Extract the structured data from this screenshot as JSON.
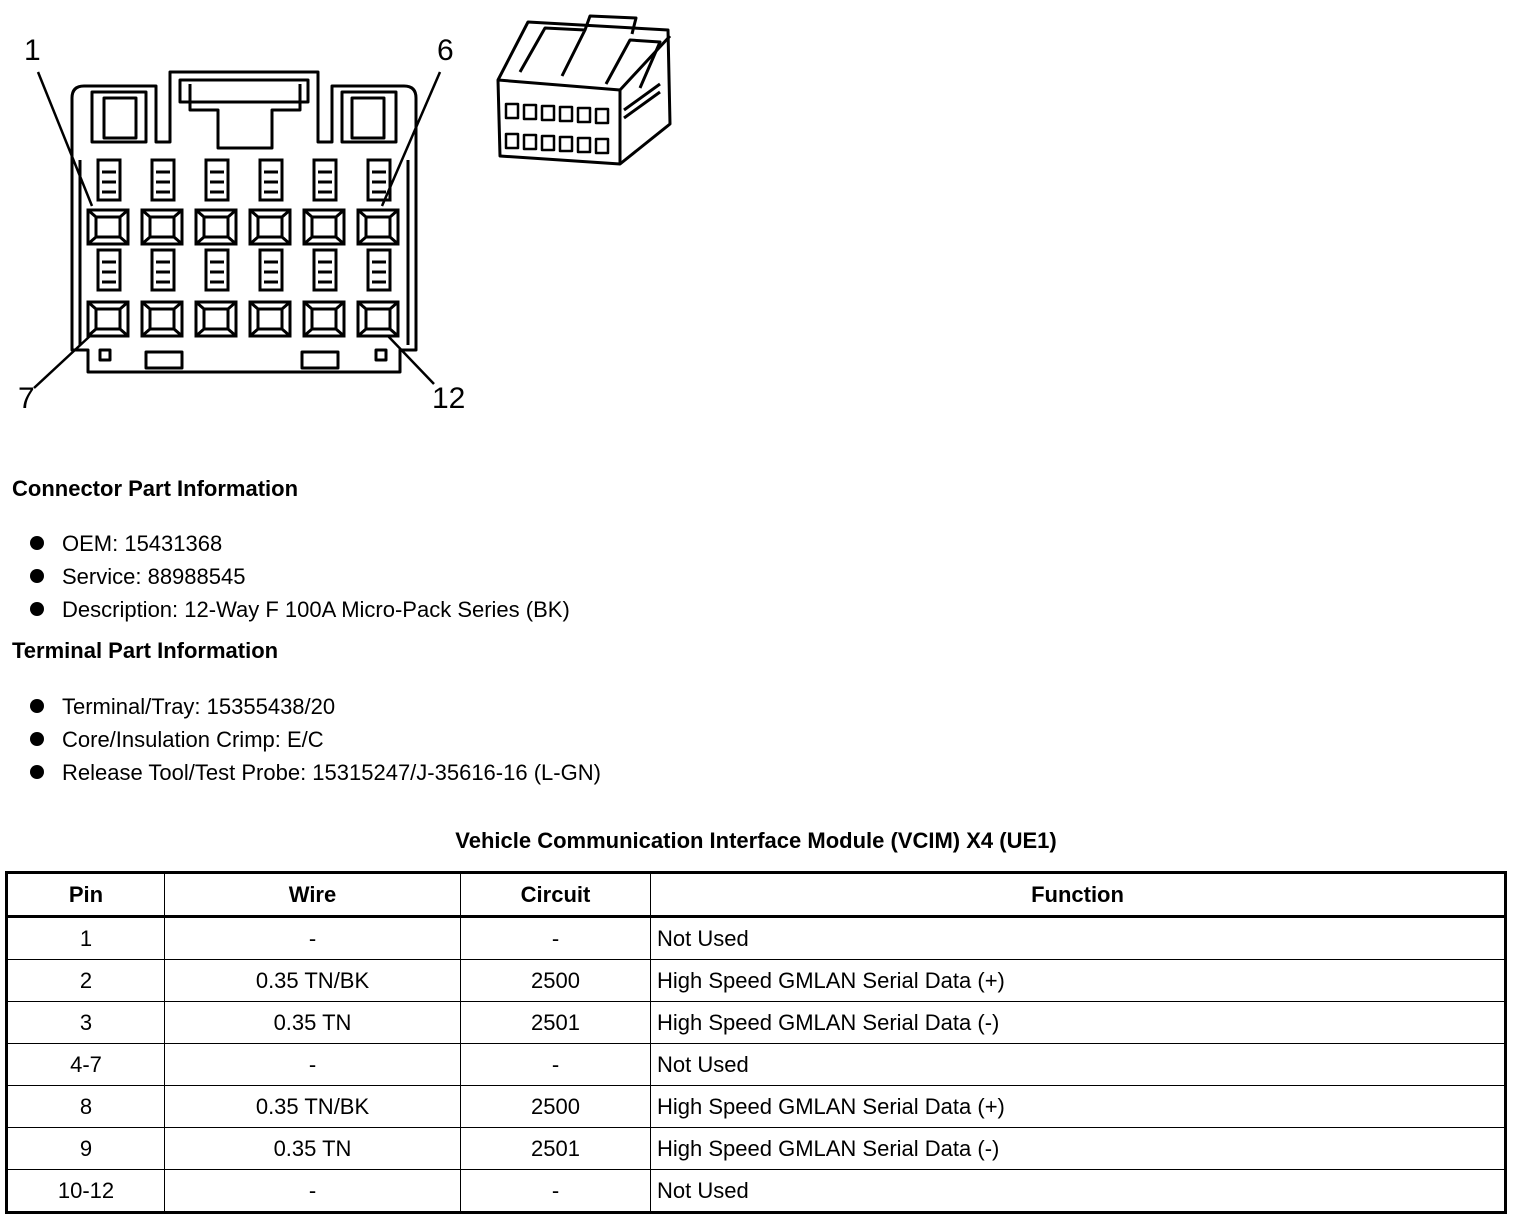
{
  "diagram": {
    "pin_labels": {
      "pin_1": "1",
      "pin_6": "6",
      "pin_7": "7",
      "pin_12": "12"
    }
  },
  "connector_info": {
    "heading": "Connector Part Information",
    "items": [
      "OEM: 15431368",
      "Service: 88988545",
      "Description: 12-Way F 100A Micro-Pack Series (BK)"
    ]
  },
  "terminal_info": {
    "heading": "Terminal Part Information",
    "items": [
      "Terminal/Tray: 15355438/20",
      "Core/Insulation Crimp: E/C",
      "Release Tool/Test Probe: 15315247/J-35616-16 (L-GN)"
    ]
  },
  "table": {
    "title": "Vehicle Communication Interface Module (VCIM) X4 (UE1)",
    "headers": [
      "Pin",
      "Wire",
      "Circuit",
      "Function"
    ],
    "rows": [
      [
        "1",
        "-",
        "-",
        "Not Used"
      ],
      [
        "2",
        "0.35 TN/BK",
        "2500",
        "High Speed GMLAN Serial Data (+)"
      ],
      [
        "3",
        "0.35 TN",
        "2501",
        "High Speed GMLAN Serial Data (-)"
      ],
      [
        "4-7",
        "-",
        "-",
        "Not Used"
      ],
      [
        "8",
        "0.35 TN/BK",
        "2500",
        "High Speed GMLAN Serial Data (+)"
      ],
      [
        "9",
        "0.35 TN",
        "2501",
        "High Speed GMLAN Serial Data (-)"
      ],
      [
        "10-12",
        "-",
        "-",
        "Not Used"
      ]
    ]
  }
}
